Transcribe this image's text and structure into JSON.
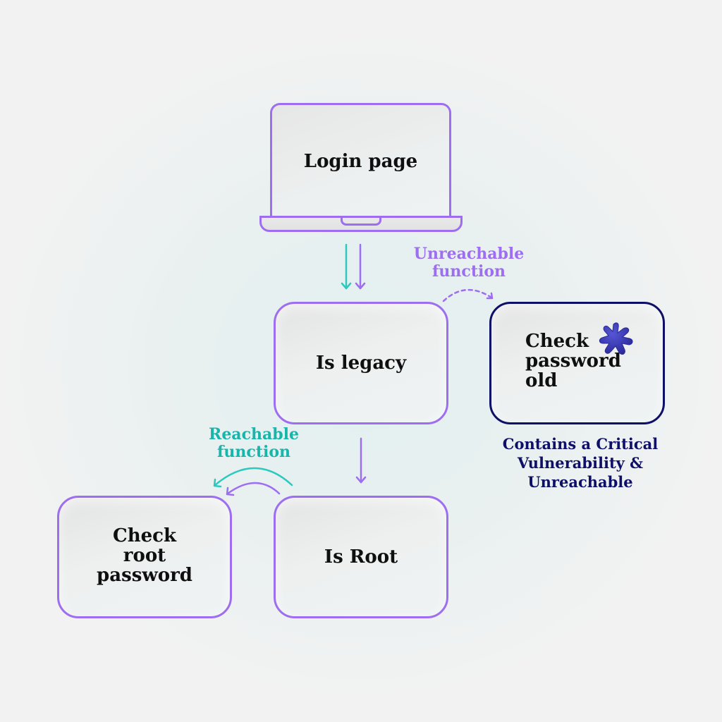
{
  "nodes": {
    "login_page": {
      "label": "Login page"
    },
    "is_legacy": {
      "label": "Is legacy"
    },
    "check_password_old": {
      "label_lines": [
        "Check",
        "password",
        "old"
      ]
    },
    "check_root_password": {
      "label_lines": [
        "Check",
        "root",
        "password"
      ]
    },
    "is_root": {
      "label": "Is Root"
    }
  },
  "annotations": {
    "unreachable": {
      "lines": [
        "Unreachable",
        "function"
      ]
    },
    "reachable": {
      "lines": [
        "Reachable",
        "function"
      ]
    },
    "critical": {
      "lines": [
        "Contains a Critical",
        "Vulnerability &",
        "Unreachable"
      ]
    }
  },
  "icons": {
    "critical_badge": "vulnerability-asterisk-icon"
  },
  "colors": {
    "node_border": "#9d6ef0",
    "critical_border": "#0e0f66",
    "reachable": "#17b5aa",
    "unreachable": "#9d6ef0",
    "critical_text": "#0e0f66",
    "badge": "#3b3bb5"
  }
}
